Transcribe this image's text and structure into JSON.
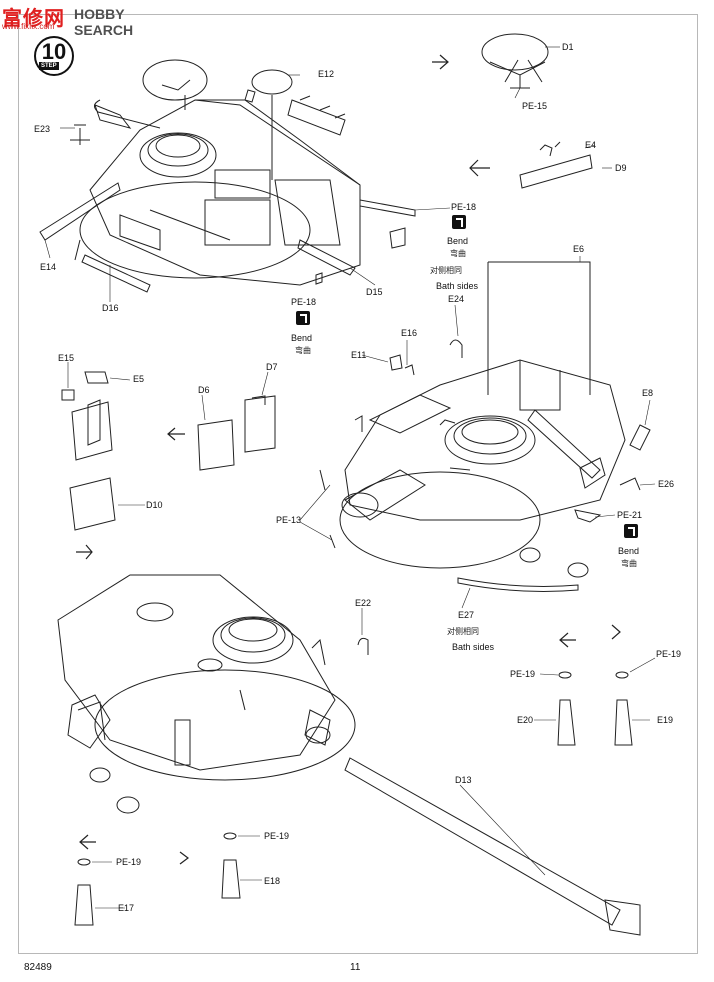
{
  "watermark": {
    "logo": "富修网",
    "domain": "www.fixfix.com",
    "search": "HOBBY SEARCH"
  },
  "step": {
    "number": "10",
    "word": "STEP"
  },
  "parts": {
    "e12": "E12",
    "e23": "E23",
    "e14": "E14",
    "d16": "D16",
    "d15": "D15",
    "pe18_top": "PE-18",
    "pe18": "PE-18",
    "d1": "D1",
    "pe15": "PE-15",
    "e4": "E4",
    "d9": "D9",
    "e6": "E6",
    "e24": "E24",
    "e11": "E11",
    "e16": "E16",
    "e8": "E8",
    "e26": "E26",
    "pe21": "PE-21",
    "e15": "E15",
    "e5": "E5",
    "d6": "D6",
    "d7": "D7",
    "d10": "D10",
    "pe13": "PE-13",
    "e27": "E27",
    "e22": "E22",
    "pe19_a": "PE-19",
    "pe19_b": "PE-19",
    "e20": "E20",
    "e19": "E19",
    "d13": "D13",
    "pe19_c": "PE-19",
    "pe19_d": "PE-19",
    "e17": "E17",
    "e18": "E18"
  },
  "notes": {
    "bend_en": "Bend",
    "bend_cn": "弯曲",
    "bath_cn": "对侧相同",
    "bath_en": "Bath sides"
  },
  "footer": {
    "kit_number": "82489",
    "page_number": "11"
  }
}
